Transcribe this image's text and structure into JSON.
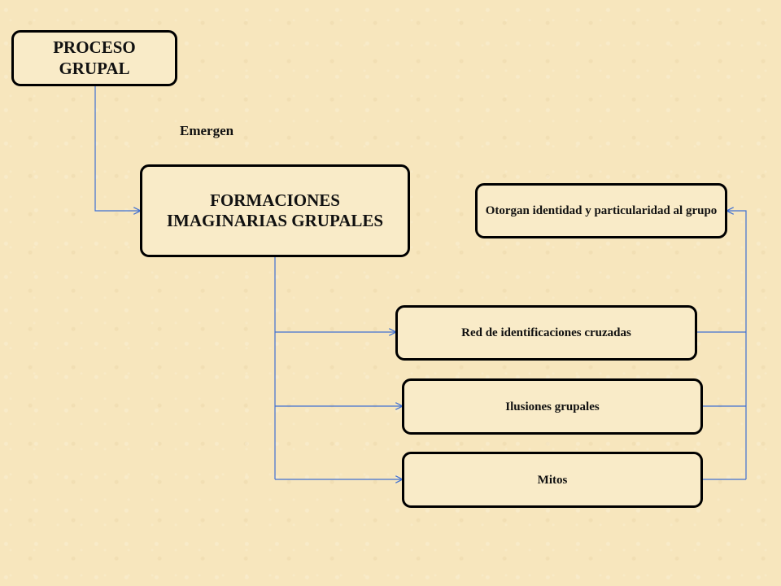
{
  "nodes": {
    "proceso_grupal": "PROCESO GRUPAL",
    "formaciones": "FORMACIONES IMAGINARIAS GRUPALES",
    "otorgan": "Otorgan identidad y particularidad al grupo",
    "red": "Red de identificaciones cruzadas",
    "ilusiones": "Ilusiones grupales",
    "mitos": "Mitos"
  },
  "labels": {
    "emergen": "Emergen"
  },
  "colors": {
    "connector": "#3f6fd1",
    "box_border": "#000000",
    "background": "#f7e6bd"
  }
}
